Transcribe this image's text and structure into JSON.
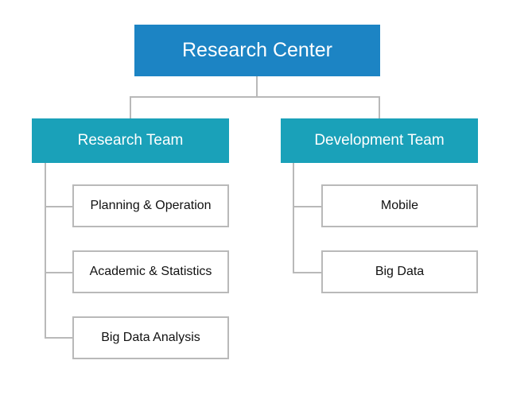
{
  "org_chart": {
    "root": {
      "label": "Research Center"
    },
    "teams": [
      {
        "label": "Research Team",
        "units": [
          "Planning & Operation",
          "Academic & Statistics",
          "Big Data Analysis"
        ]
      },
      {
        "label": "Development Team",
        "units": [
          "Mobile",
          "Big Data"
        ]
      }
    ],
    "colors": {
      "root_fill": "#1c84c4",
      "team_fill": "#1aa1b9",
      "connector": "#b9b9b9",
      "unit_border": "#b9b9b9"
    }
  }
}
